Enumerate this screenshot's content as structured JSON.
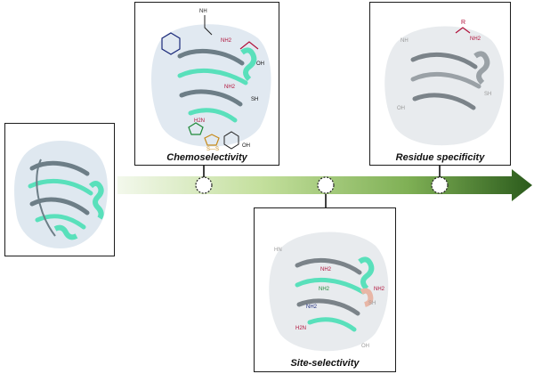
{
  "stages": [
    {
      "id": "chemo",
      "caption": "Chemoselectivity"
    },
    {
      "id": "residue",
      "caption": "Residue specificity"
    },
    {
      "id": "site",
      "caption": "Site-selectivity"
    }
  ],
  "chem_labels": {
    "nh2": "NH2",
    "nh": "NH",
    "oh": "OH",
    "sh": "SH",
    "hn": "HN",
    "h2n": "H2N",
    "s_s": "S—S",
    "r": "R"
  },
  "colors": {
    "arrow_start": "#eef5e4",
    "arrow_end": "#2f5d1f",
    "helix": "#59e0bb",
    "strand": "#667a82",
    "surface": "#dce7ef",
    "highlight_red": "#b0123a",
    "highlight_green": "#1f8a3a",
    "highlight_blue": "#1b2a7a"
  }
}
